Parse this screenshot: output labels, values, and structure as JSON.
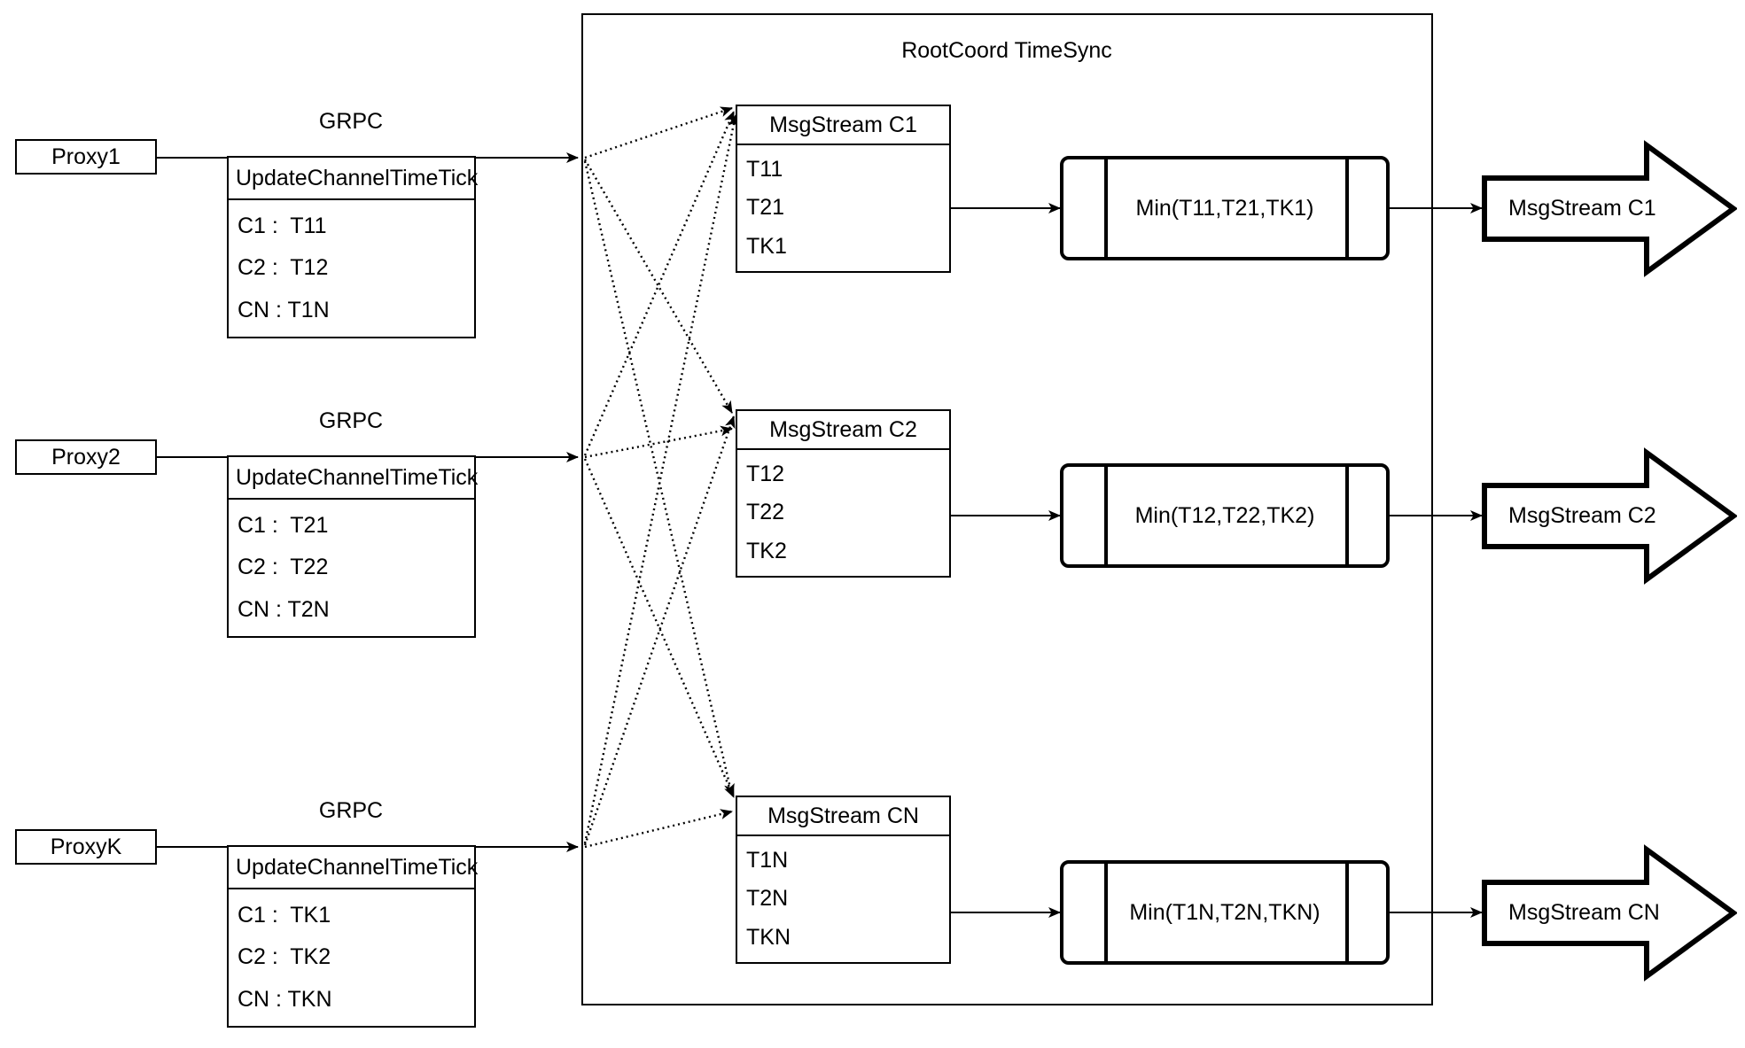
{
  "diagram": {
    "title": "RootCoord TimeSync",
    "group_label": "RootCoord TimeSync"
  },
  "proxies": [
    {
      "name": "Proxy1",
      "edge_label": "GRPC"
    },
    {
      "name": "Proxy2",
      "edge_label": "GRPC"
    },
    {
      "name": "ProxyK",
      "edge_label": "GRPC"
    }
  ],
  "tick_tables": [
    {
      "header": "UpdateChannelTimeTick",
      "rows": [
        "C1 :  T11",
        "C2 :  T12",
        "CN : T1N"
      ]
    },
    {
      "header": "UpdateChannelTimeTick",
      "rows": [
        "C1 :  T21",
        "C2 :  T22",
        "CN : T2N"
      ]
    },
    {
      "header": "UpdateChannelTimeTick",
      "rows": [
        "C1 :  TK1",
        "C2 :  TK2",
        "CN : TKN"
      ]
    }
  ],
  "msg_streams": [
    {
      "header": "MsgStream C1",
      "rows": [
        "T11",
        "T21",
        "TK1"
      ]
    },
    {
      "header": "MsgStream C2",
      "rows": [
        "T12",
        "T22",
        "TK2"
      ]
    },
    {
      "header": "MsgStream CN",
      "rows": [
        "T1N",
        "T2N",
        "TKN"
      ]
    }
  ],
  "min_processes": [
    {
      "label": "Min(T11,T21,TK1)"
    },
    {
      "label": "Min(T12,T22,TK2)"
    },
    {
      "label": "Min(T1N,T2N,TKN)"
    }
  ],
  "output_streams": [
    {
      "label": "MsgStream C1"
    },
    {
      "label": "MsgStream C2"
    },
    {
      "label": "MsgStream CN"
    }
  ],
  "colors": {
    "stroke": "#000000",
    "background": "#ffffff"
  }
}
